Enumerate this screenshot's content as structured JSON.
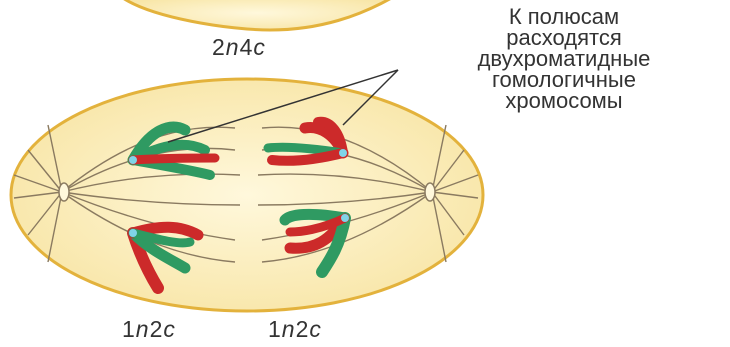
{
  "labels": {
    "top_cell": {
      "n": "2",
      "v1": "n",
      "c": "4",
      "v2": "c"
    },
    "left_cell": {
      "n": "1",
      "v1": "n",
      "c": "2",
      "v2": "c"
    },
    "right_cell": {
      "n": "1",
      "v1": "n",
      "c": "2",
      "v2": "c"
    }
  },
  "annotation": {
    "lines": [
      "К полюсам",
      "расходятся",
      "двухроматидные",
      "гомологичные",
      "хромосомы"
    ]
  },
  "colors": {
    "cytoplasm": "#fdf0c2",
    "membrane": "#e3b23c",
    "spindle": "#8a7a60",
    "chromosome_green": "#2f9a62",
    "chromosome_red": "#cc2a2a",
    "centromere": "#7fd4e8",
    "text": "#333333"
  }
}
